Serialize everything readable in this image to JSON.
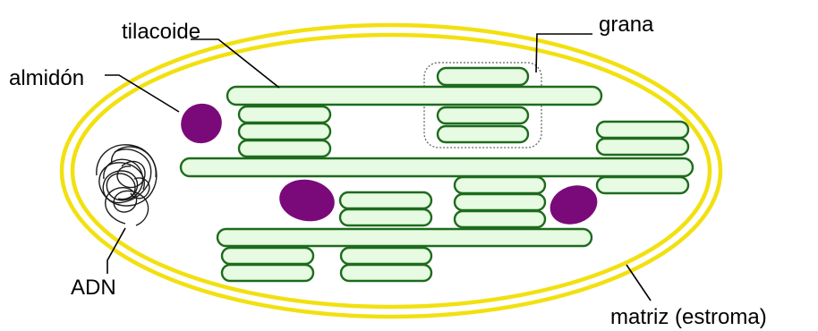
{
  "labels": {
    "thylakoid": "tilacoide",
    "grana": "grana",
    "starch": "almidón",
    "dna": "ADN",
    "stroma": "matriz (estroma)"
  },
  "colors": {
    "envelope": "#f2e010",
    "thylakoid_fill": "#e6fbe2",
    "thylakoid_stroke": "#1d6b1d",
    "starch": "#7a0a7a",
    "dna": "#1a1a1a",
    "grana_outline": "#666666",
    "text": "#000000"
  }
}
